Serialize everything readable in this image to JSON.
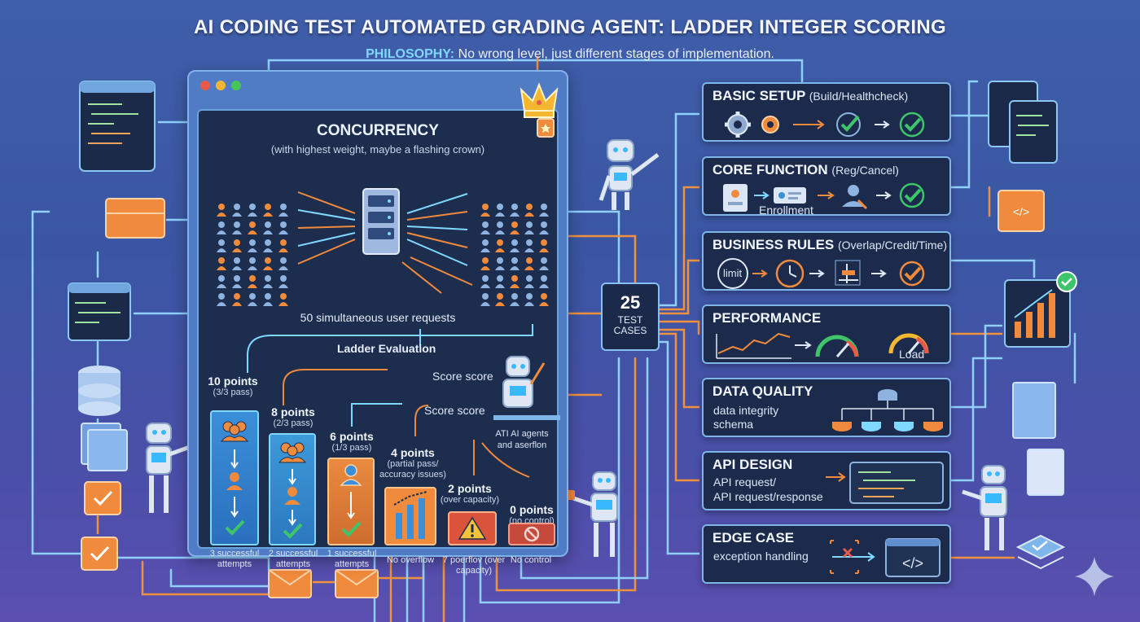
{
  "title": "AI CODING TEST AUTOMATED GRADING AGENT: LADDER INTEGER SCORING",
  "philosophy": {
    "lead": "PHILOSOPHY:",
    "text": "No wrong level, just different stages of implementation."
  },
  "colors": {
    "accent_orange": "#f08a3c",
    "accent_blue": "#7fd8ff",
    "check_green": "#3ec46b",
    "window_dot_red": "#e8594a",
    "window_dot_yellow": "#f2b632",
    "window_dot_green": "#46c65a"
  },
  "concurrency": {
    "title": "CONCURRENCY",
    "subtitle": "(with highest weight, maybe a flashing crown)",
    "requests_label": "50 simultaneous user requests",
    "ladder_label": "Ladder Evaluation",
    "score_label_1": "Score score",
    "score_label_2": "Score score",
    "agent_label": "ATI AI agents and aserflon",
    "levels": [
      {
        "points": "10 points",
        "detail": "(3/3 pass)",
        "caption": "3 successful attempts",
        "icon": "user-group-icon"
      },
      {
        "points": "8 points",
        "detail": "(2/3 pass)",
        "caption": "2 successful attempts",
        "icon": "user-group-icon"
      },
      {
        "points": "6 points",
        "detail": "(1/3 pass)",
        "caption": "1 successful attempts",
        "icon": "user-icon"
      },
      {
        "points": "4 points",
        "detail": "(partial pass/ accuracy issues)",
        "caption": "No overflow",
        "icon": "bar-chart-icon"
      },
      {
        "points": "2 points",
        "detail": "(over capacity)",
        "caption": "7 poerflov (over capacity)",
        "icon": "warning-icon"
      },
      {
        "points": "0 points",
        "detail": "(no control)",
        "caption": "No control",
        "icon": "no-entry-icon"
      }
    ]
  },
  "tests": {
    "count": "25",
    "label": "TEST CASES"
  },
  "categories": [
    {
      "title": "BASIC SETUP",
      "sub": "(Build/Healthcheck)"
    },
    {
      "title": "CORE FUNCTION",
      "sub": "(Reg/Cancel)",
      "text": "Enrollment"
    },
    {
      "title": "BUSINESS RULES",
      "sub": "(Overlap/Credit/Time)",
      "text": "limit"
    },
    {
      "title": "PERFORMANCE",
      "sub": "",
      "text": "Load"
    },
    {
      "title": "DATA QUALITY",
      "sub": "",
      "text": "data integrity schema"
    },
    {
      "title": "API DESIGN",
      "sub": "",
      "text": "API request/",
      "text2": "API request/response"
    },
    {
      "title": "EDGE CASE",
      "sub": "",
      "text": "exception handling"
    }
  ]
}
